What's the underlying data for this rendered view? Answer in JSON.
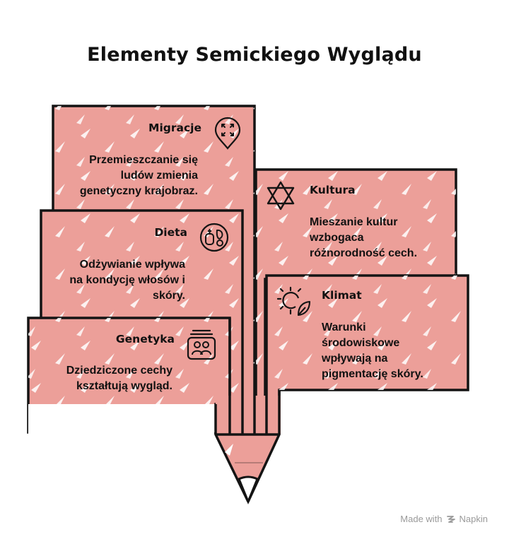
{
  "title": "Elementy Semickiego Wyglądu",
  "colors": {
    "card_fill": "#ec9f99",
    "outline": "#141414",
    "hatch": "#ffffff",
    "background": "#ffffff"
  },
  "cards": {
    "migracje": {
      "title": "Migracje",
      "text": [
        "Przemieszczanie się",
        "ludów zmienia",
        "genetyczny krajobraz."
      ],
      "icon": "map-pin-arrows-icon"
    },
    "dieta": {
      "title": "Dieta",
      "text": [
        "Odżywianie wpływa",
        "na kondycję włosów i",
        "skóry."
      ],
      "icon": "food-plate-icon"
    },
    "genetyka": {
      "title": "Genetyka",
      "text": [
        "Dziedziczone cechy",
        "kształtują wygląd."
      ],
      "icon": "family-photo-icon"
    },
    "kultura": {
      "title": "Kultura",
      "text": [
        "Mieszanie kultur",
        "wzbogaca",
        "różnorodność cech."
      ],
      "icon": "star-of-david-icon"
    },
    "klimat": {
      "title": "Klimat",
      "text": [
        "Warunki",
        "środowiskowe",
        "wpływają na",
        "pigmentację skóry."
      ],
      "icon": "sun-leaf-icon"
    }
  },
  "footer": {
    "made_with": "Made with",
    "brand": "Napkin"
  }
}
